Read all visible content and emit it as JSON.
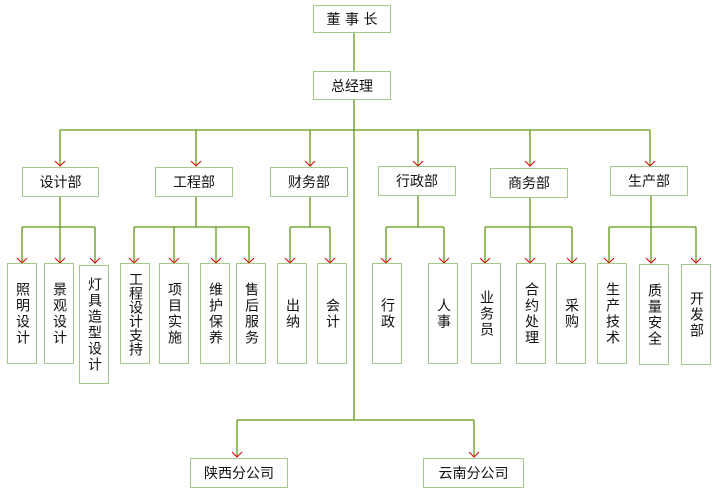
{
  "colors": {
    "line": "#5f9a14",
    "border": "#a3c98a",
    "arrow": "#e00000"
  },
  "chairman": "董 事 长",
  "gm": "总经理",
  "departments": [
    {
      "name": "设计部",
      "units": [
        "照明设计",
        "景观设计",
        "灯具造型设计"
      ]
    },
    {
      "name": "工程部",
      "units": [
        "工程设计支持",
        "项目实施",
        "维护保养",
        "售后服务"
      ]
    },
    {
      "name": "财务部",
      "units": [
        "出纳",
        "会计"
      ]
    },
    {
      "name": "行政部",
      "units": [
        "行政",
        "人事"
      ]
    },
    {
      "name": "商务部",
      "units": [
        "业务员",
        "合约处理",
        "采购"
      ]
    },
    {
      "name": "生产部",
      "units": [
        "生产技术",
        "质量安全",
        "开发部"
      ]
    }
  ],
  "branches": [
    "陕西分公司",
    "云南分公司"
  ]
}
